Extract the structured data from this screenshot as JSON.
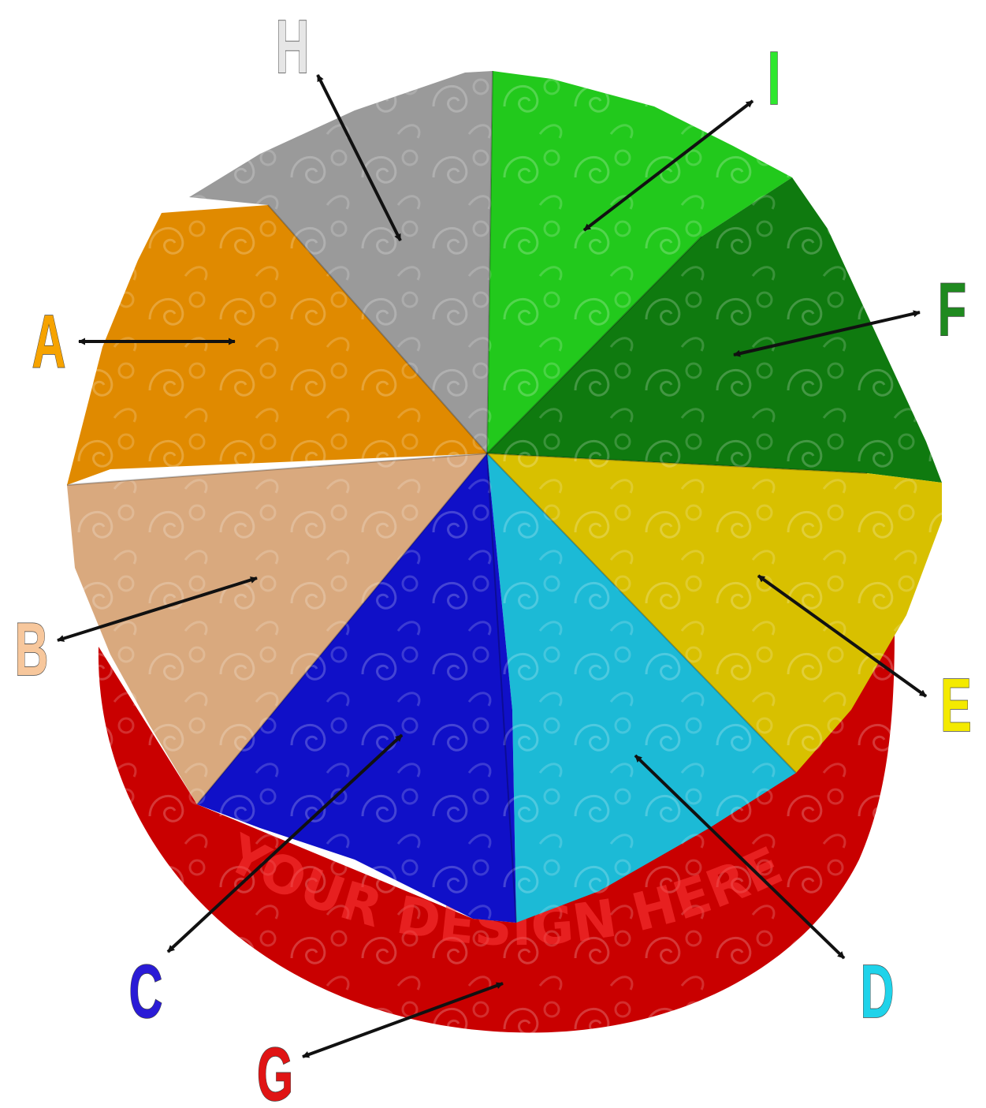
{
  "watermark_text": "YOUR DESIGN HERE",
  "panels": {
    "A": {
      "label": "A",
      "color": "#e08a00"
    },
    "B": {
      "label": "B",
      "color": "#d9a97e"
    },
    "C": {
      "label": "C",
      "color": "#1010c8"
    },
    "D": {
      "label": "D",
      "color": "#1cbad6"
    },
    "E": {
      "label": "E",
      "color": "#d8c000"
    },
    "F": {
      "label": "F",
      "color": "#0f7a0f"
    },
    "G": {
      "label": "G",
      "color": "#c90000"
    },
    "H": {
      "label": "H",
      "color": "#9a9a9a"
    },
    "I": {
      "label": "I",
      "color": "#22c91c"
    }
  },
  "label_colors": {
    "A": "#f6a300",
    "B": "#f7c79c",
    "C": "#2a1bd6",
    "D": "#1fd3ea",
    "E": "#f4ea00",
    "F": "#1f8a1f",
    "G": "#e01414",
    "H": "#e6e6e6",
    "I": "#2ee82e"
  }
}
